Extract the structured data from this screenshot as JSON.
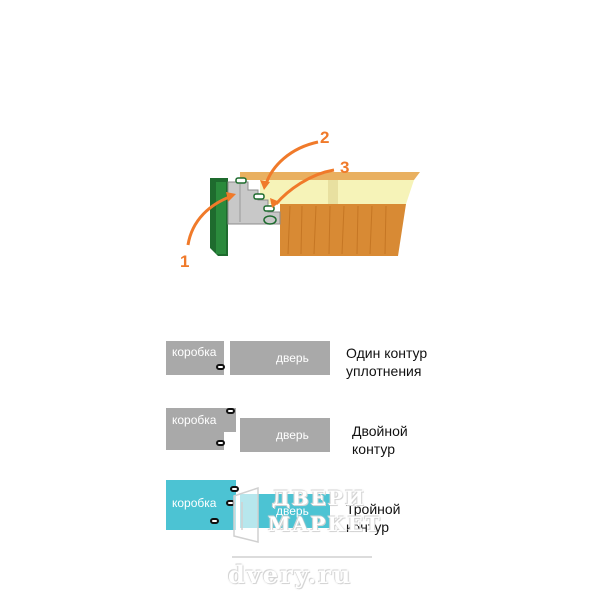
{
  "diagram": {
    "callouts": [
      "1",
      "2",
      "3"
    ],
    "colors": {
      "frame": "#1e6b2e",
      "door_wood": "#d88a34",
      "top_panel": "#f2e6a4",
      "insulation": "#f6f3b8",
      "arrow": "#f07a2a",
      "gray_block": "#a9a9a9",
      "teal_block": "#4cc3d3"
    }
  },
  "rows": [
    {
      "frame_label": "коробка",
      "door_label": "дверь",
      "caption": "Один контур\nуплотнения"
    },
    {
      "frame_label": "коробка",
      "door_label": "дверь",
      "caption": "Двойной\nконтур"
    },
    {
      "frame_label": "коробка",
      "door_label": "дверь",
      "caption": "Тройной\nконтур"
    }
  ],
  "watermark": {
    "brand_line1": "ДВЕРИ",
    "brand_line2": "МАРКЕТ",
    "site": "dvery.ru"
  }
}
